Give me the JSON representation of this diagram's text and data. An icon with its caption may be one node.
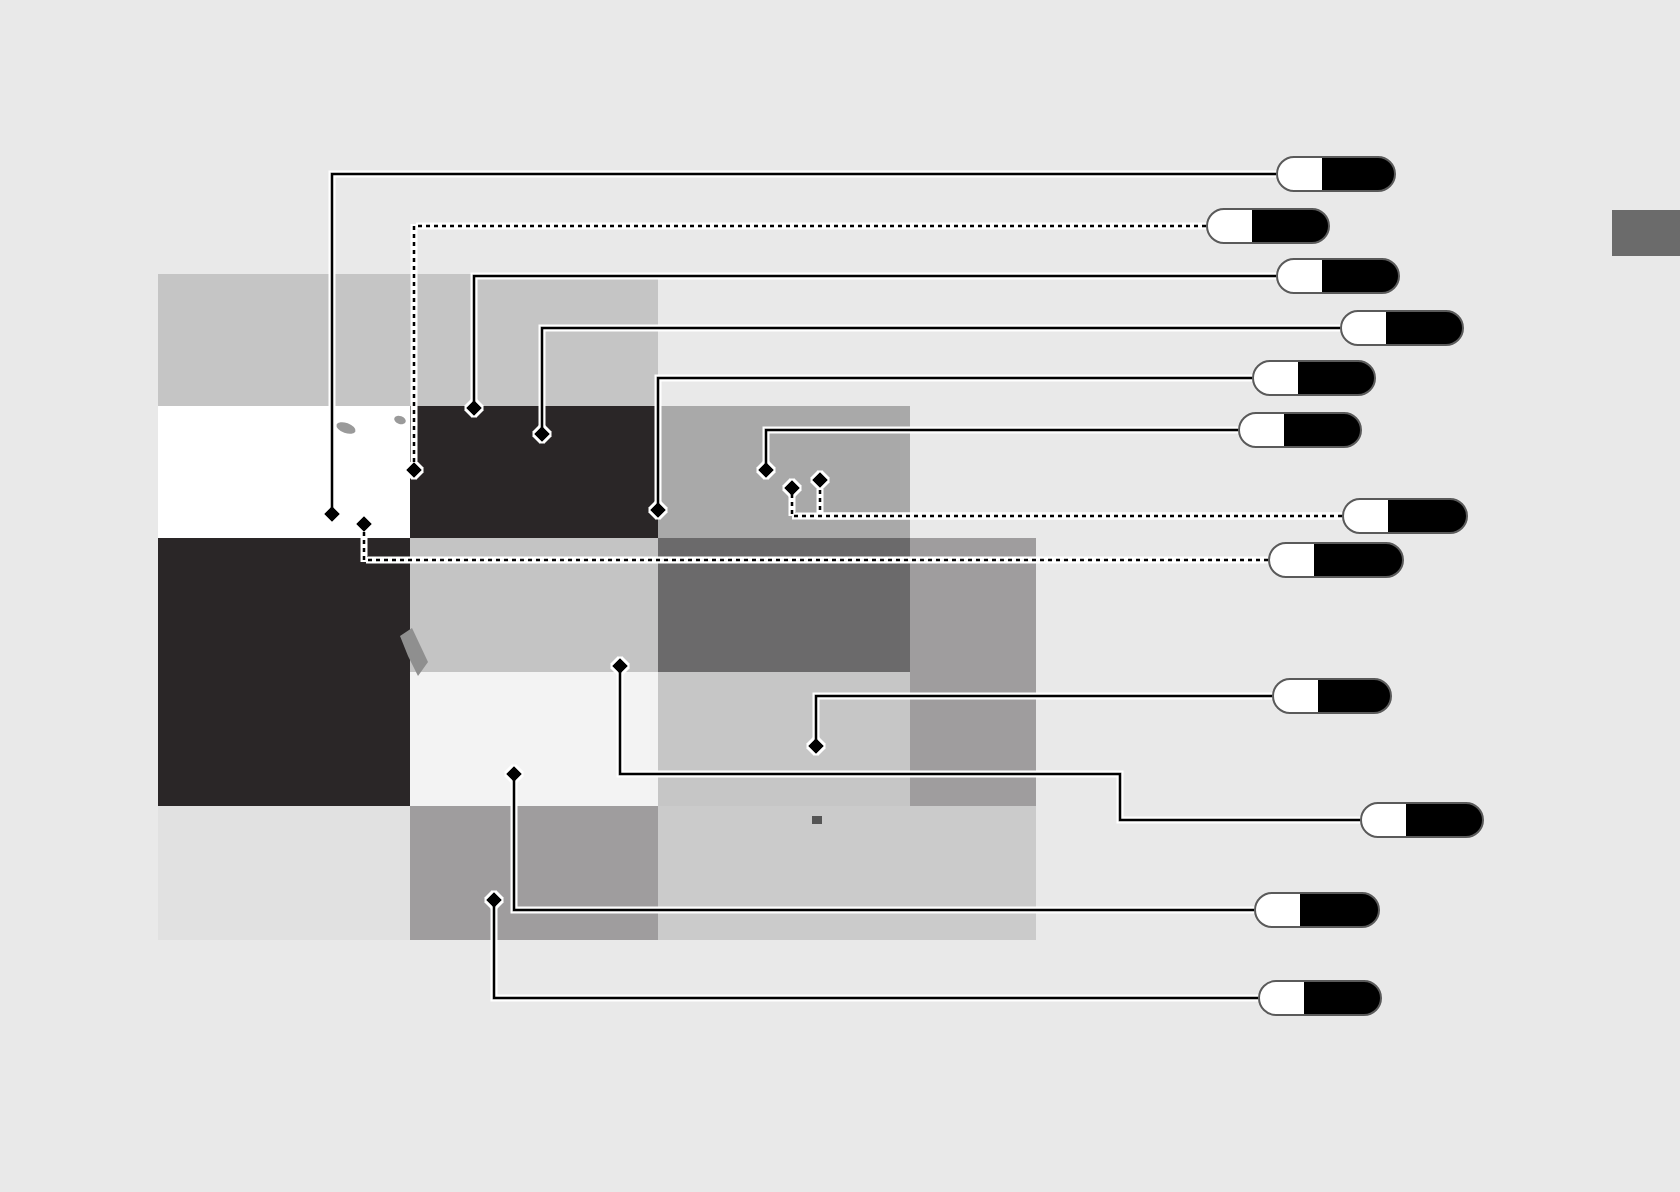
{
  "diagram": {
    "nodes": [
      {
        "text": [],
        "shape": "bar"
      },
      {
        "text": [],
        "shape": "bar"
      },
      {
        "text": [],
        "shape": "bar"
      },
      {
        "text": [],
        "shape": "bar"
      },
      {
        "text": [],
        "shape": "bar"
      },
      {
        "text": [],
        "shape": "bar"
      },
      {
        "text": [],
        "shape": "bar"
      },
      {
        "text": [],
        "shape": "bar"
      },
      {
        "text": [],
        "shape": "bar"
      },
      {
        "text": [],
        "shape": "bar"
      },
      {
        "text": [],
        "shape": "bar"
      },
      {
        "text": [],
        "shape": "bar"
      }
    ],
    "edges": [
      {
        "from": 0,
        "to": null,
        "arrow": "other"
      },
      {
        "from": 1,
        "to": null,
        "arrow": "other",
        "style": "dashed"
      },
      {
        "from": 2,
        "to": null,
        "arrow": "other"
      },
      {
        "from": 3,
        "to": null,
        "arrow": "other"
      },
      {
        "from": 4,
        "to": null,
        "arrow": "other"
      },
      {
        "from": 5,
        "to": null,
        "arrow": "other"
      },
      {
        "from": 6,
        "to": null,
        "arrow": "other",
        "style": "dashed"
      },
      {
        "from": 6,
        "to": null,
        "arrow": "other",
        "style": "dashed"
      },
      {
        "from": 7,
        "to": null,
        "arrow": "other",
        "style": "dashed"
      },
      {
        "from": 8,
        "to": null,
        "arrow": "other"
      },
      {
        "from": 9,
        "to": null,
        "arrow": "other"
      },
      {
        "from": 10,
        "to": null,
        "arrow": "other"
      },
      {
        "from": 11,
        "to": null,
        "arrow": "other"
      }
    ]
  }
}
